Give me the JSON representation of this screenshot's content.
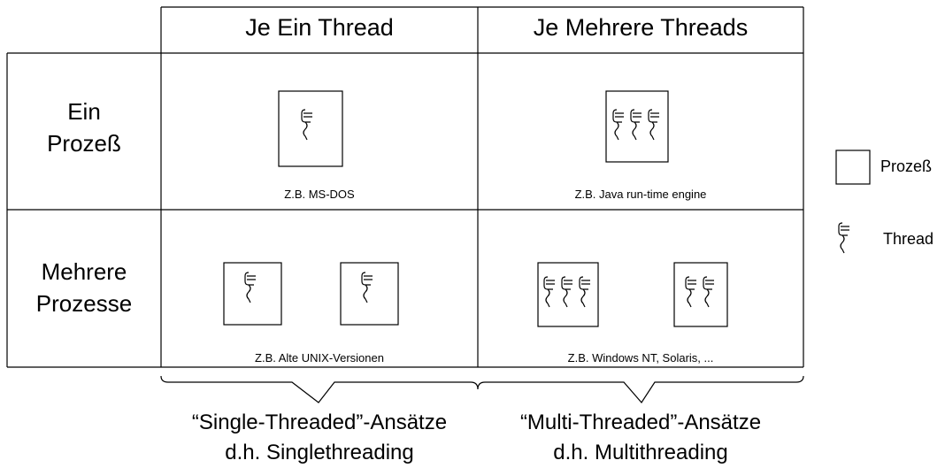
{
  "columns": {
    "single": "Je Ein Thread",
    "multi": "Je Mehrere Threads"
  },
  "rows": {
    "one_process": {
      "line1": "Ein",
      "line2": "Prozeß"
    },
    "many_processes": {
      "line1": "Mehrere",
      "line2": "Prozesse"
    }
  },
  "cells": {
    "one_process_single": "Z.B. MS-DOS",
    "one_process_multi": "Z.B. Java run-time engine",
    "many_processes_single": "Z.B. Alte UNIX-Versionen",
    "many_processes_multi": "Z.B. Windows NT, Solaris, ..."
  },
  "summaries": {
    "single": {
      "line1": "“Single-Threaded”-Ansätze",
      "line2": "d.h. Singlethreading"
    },
    "multi": {
      "line1": "“Multi-Threaded”-Ansätze",
      "line2": "d.h. Multithreading"
    }
  },
  "legend": {
    "process": "Prozeß",
    "thread": "Thread"
  }
}
